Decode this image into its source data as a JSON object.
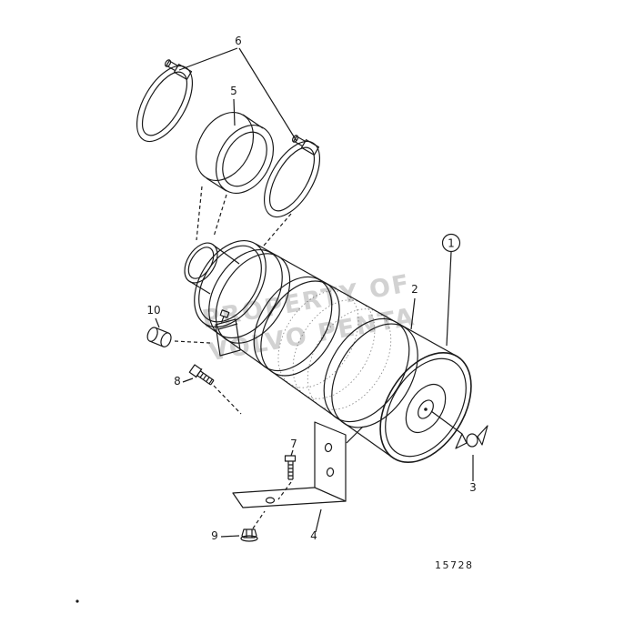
{
  "diagram": {
    "background_color": "#ffffff",
    "line_color": "#1a1a1a",
    "watermark": {
      "line1": "PROPERTY OF",
      "line2": "VOLVO PENTA",
      "color": "#c8c8c8"
    },
    "drawing_number": "15728",
    "callouts": {
      "n1": "1",
      "n2": "2",
      "n3": "3",
      "n4": "4",
      "n5": "5",
      "n6": "6",
      "n7": "7",
      "n8": "8",
      "n9": "9",
      "n10": "10"
    }
  }
}
